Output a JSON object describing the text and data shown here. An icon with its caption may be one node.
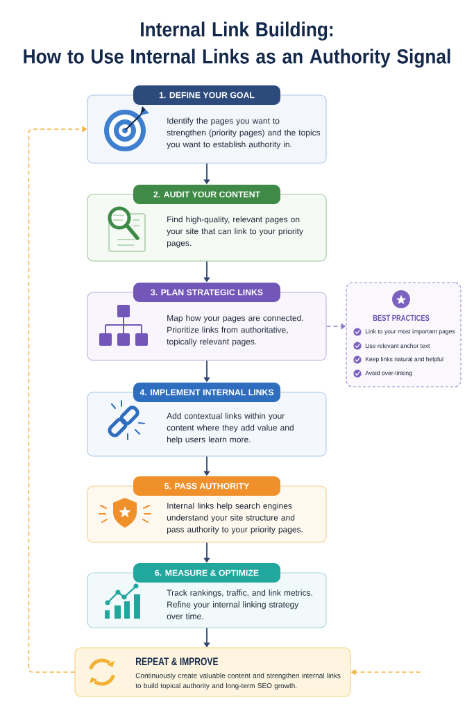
{
  "diagram": {
    "title": "Internal Link Building: How to Use Internal Links as an Authority Signal",
    "nodes": [
      {
        "text": [
          "1. DEFINE YOUR GOAL",
          "Identify the pages you want to strengthen (priority pages) and the topics you want to establish authority in."
        ]
      },
      {
        "text": [
          "2. AUDIT YOUR CONTENT",
          "Find high-quality, relevant pages on your site that can link to your priority pages."
        ]
      },
      {
        "text": [
          "3. PLAN STRATEGIC LINKS",
          "Map how your pages are connected. Prioritize links from authoritative, topically relevant pages."
        ]
      },
      {
        "text": [
          "BEST PRACTICES",
          "Link to your most important pages",
          "Use relevant anchor text",
          "Keep links natural and helpful",
          "Avoid over-linking"
        ]
      },
      {
        "text": [
          "4. IMPLEMENT INTERNAL LINKS",
          "Add contextual links within your content where they add value and help users learn more."
        ]
      },
      {
        "text": [
          "5. PASS AUTHORITY",
          "Internal links help search engines understand your site structure and pass authority to your priority pages."
        ]
      },
      {
        "text": [
          "6. MEASURE & OPTIMIZE",
          "Track rankings, traffic, and link metrics. Refine your internal linking strategy over time."
        ]
      },
      {
        "text": [
          "REPEAT & IMPROVE",
          "Continuously create valuable content and strengthen internal links to build topical authority and long-term SEO growth."
        ]
      }
    ],
    "edges": [
      {
        "from": 0,
        "to": 1,
        "arrow": "to"
      },
      {
        "from": 1,
        "to": 2,
        "arrow": "to"
      },
      {
        "from": 2,
        "to": 3,
        "arrow": "to",
        "style": "dashed",
        "color": "#8f7bcf"
      },
      {
        "from": 2,
        "to": 4,
        "arrow": "to"
      },
      {
        "from": 4,
        "to": 5,
        "arrow": "to"
      },
      {
        "from": 5,
        "to": 6,
        "arrow": "to"
      },
      {
        "from": 6,
        "to": 7,
        "arrow": "to"
      },
      {
        "from": 7,
        "to": 0,
        "arrow": "to",
        "style": "dashed",
        "color": "#f2b441"
      },
      {
        "from": null,
        "to": 7,
        "arrow": "to",
        "style": "dashed",
        "color": "#f2b441"
      }
    ]
  }
}
